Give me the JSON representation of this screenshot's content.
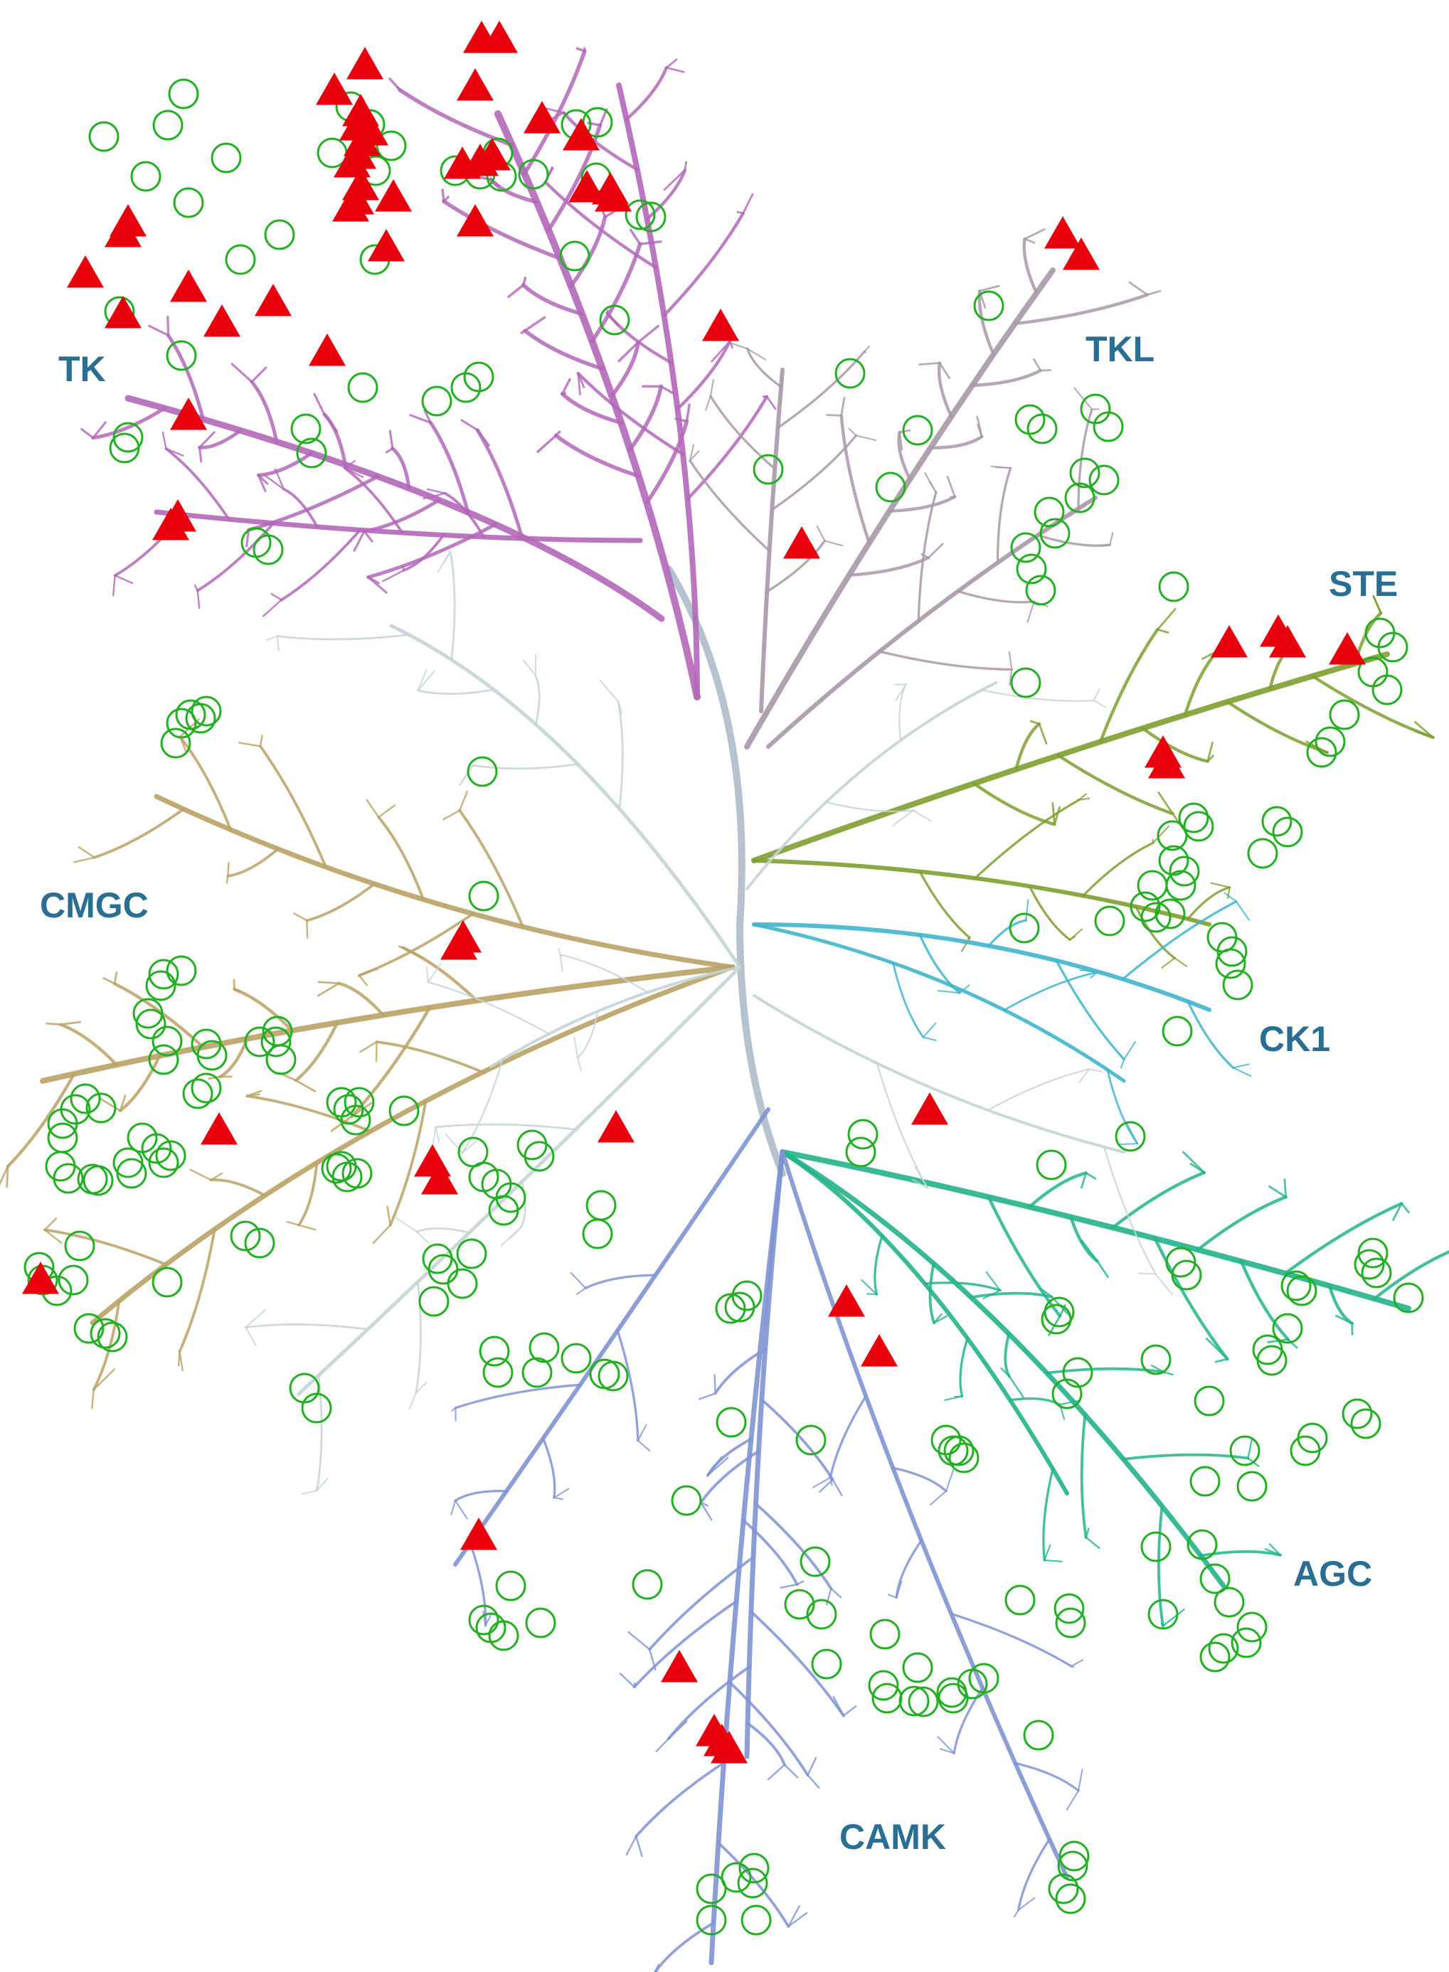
{
  "title": "",
  "groups": [
    {
      "id": "tk",
      "label": "TK",
      "color": "#b267b8"
    },
    {
      "id": "tkl",
      "label": "TKL",
      "color": "#a898a8"
    },
    {
      "id": "ste",
      "label": "STE",
      "color": "#7e9f2e"
    },
    {
      "id": "ck1",
      "label": "CK1",
      "color": "#3fb5cc"
    },
    {
      "id": "agc",
      "label": "AGC",
      "color": "#22b48a"
    },
    {
      "id": "camk",
      "label": "CAMK",
      "color": "#8093d2"
    },
    {
      "id": "cmgc",
      "label": "CMGC",
      "color": "#b9a265"
    },
    {
      "id": "other",
      "label": "",
      "color": "#c5d4d6"
    }
  ],
  "marker_styles": {
    "circle_color": "#22b022",
    "triangle_color": "#e8000c"
  }
}
